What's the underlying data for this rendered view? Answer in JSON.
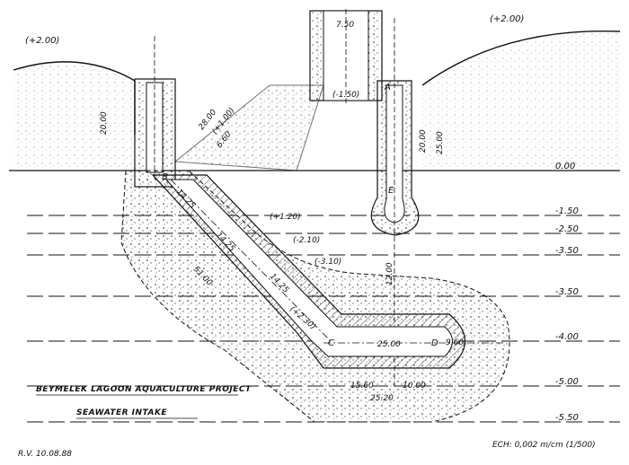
{
  "drawing": {
    "title_line1": "BEYMELEK LAGOON AQUACULTURE PROJECT",
    "title_line2": "SEAWATER  INTAKE",
    "signature": "R.V. 10.08.88",
    "scale": "ECH: 0,002 m/cm (1/500)"
  },
  "elevations": {
    "top_left": "(+2.00)",
    "top_right": "(+2.00)",
    "level_0": "0.00",
    "level_m150": "-1.50",
    "level_m250": "-2.50",
    "level_m350a": "-3.50",
    "level_m350b": "-3.50",
    "level_m400": "-4.00",
    "level_m500": "-5.00",
    "level_m550": "-5.50",
    "ref_m150": "(-1.50)"
  },
  "dimensions": {
    "d20_00_left": "20.00",
    "d28_00": "28.00",
    "d6_60": "6.60",
    "d7_50": "7.50",
    "d20_00_right": "20.00",
    "d25_00_right": "25.00",
    "d12_00": "12.00",
    "d14_25_a": "14.25",
    "d14_25_b": "14.25",
    "d14_25_c": "14.25",
    "d51_00": "51.00",
    "d25_00_bottom": "25.00",
    "d9_60": "9.60",
    "d15_60": "15.60",
    "d10_00": "10.00",
    "d25_20": "25.20",
    "d1_20": "(+1.20)",
    "d2_10": "(-2.10)",
    "d3_10": "(-3.10)",
    "d2_30": "(+2.30)",
    "d1_00": "(+1.00)"
  },
  "points": {
    "A": "A",
    "B": "B",
    "C": "C",
    "D": "D",
    "E": "E"
  }
}
